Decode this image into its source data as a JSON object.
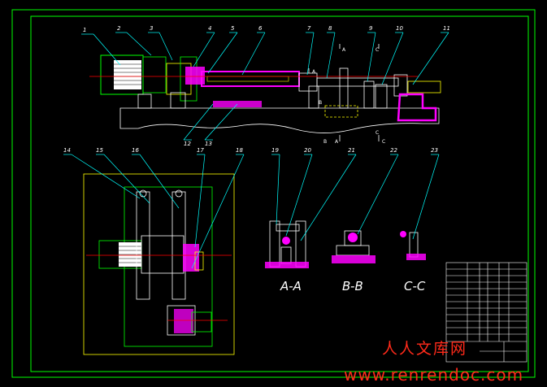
{
  "part_numbers": [
    "1",
    "2",
    "3",
    "4",
    "5",
    "6",
    "7",
    "8",
    "9",
    "10",
    "11",
    "12",
    "13",
    "14",
    "15",
    "16",
    "17",
    "18",
    "19",
    "20",
    "21",
    "22",
    "23"
  ],
  "section_marks": [
    "A",
    "A",
    "B",
    "C",
    "C",
    "A",
    "B",
    "C"
  ],
  "views": {
    "aa": "A-A",
    "bb": "B-B",
    "cc": "C-C"
  },
  "watermark": {
    "line1": "人人文库网",
    "line2": "www.renrendoc.com"
  },
  "colors": {
    "background": "#000000",
    "frame": "#00ff00",
    "part_outline": "#ffffff",
    "center_line": "#ff0000",
    "section_hatch": "#ff00ff",
    "leader": "#00ffff",
    "hidden": "#ffff00",
    "watermark": "#ff2a1a"
  }
}
